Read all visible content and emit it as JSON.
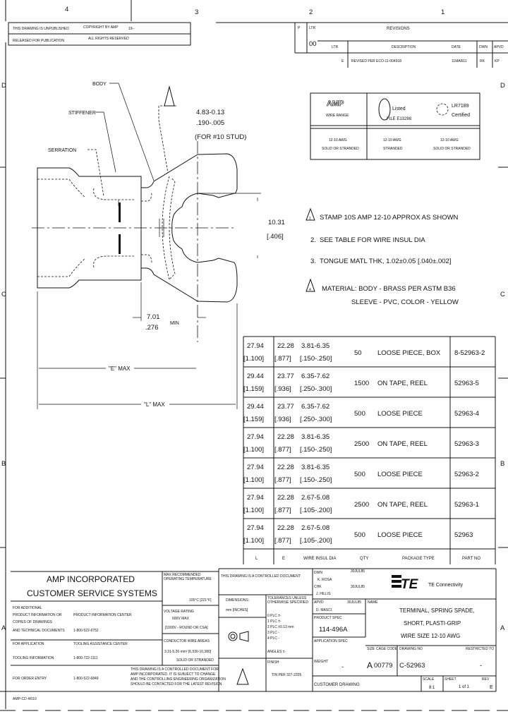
{
  "border": {
    "columns": [
      "4",
      "3",
      "2",
      "1"
    ],
    "rows": [
      "D",
      "C",
      "B",
      "A"
    ]
  },
  "top_left_box": {
    "line1": "THIS DRAWING IS UNPUBLISHED",
    "line1b": "COPYRIGHT BY AMP",
    "line1c": "19--",
    "line2": "RELEASED FOR PUBLICATION",
    "line2b": "ALL RIGHTS RESERVED"
  },
  "revisions": {
    "title": "REVISIONS",
    "zone_label": "P",
    "ltr_label": "LTR",
    "dist": "00",
    "headers": [
      "LTR",
      "DESCRIPTION",
      "DATE",
      "DWN",
      "APVD"
    ],
    "rows": [
      {
        "ltr": "E",
        "description": "REVISED PER ECO-11-004918",
        "date": "11MAR11",
        "dwn": "RK",
        "apvd": "KP"
      }
    ]
  },
  "approvals": {
    "headers": [
      {
        "logo": "AMP",
        "label": "WIRE RANGE"
      },
      {
        "logo": "UL",
        "label": "Listed",
        "sub": "FILE E13288"
      },
      {
        "logo": "CSA",
        "label": "LR7189",
        "sub": "Certified"
      }
    ],
    "values": [
      {
        "line1": "12-10 AWG",
        "line2": "SOLID OR STRANDED"
      },
      {
        "line1": "12-10 AWG",
        "line2": "STRANDED"
      },
      {
        "line1": "12-10 AWG",
        "line2": "SOLID OR STRANDED"
      }
    ]
  },
  "drawing": {
    "labels": {
      "body": "BODY",
      "stiffener": "STIFFENER",
      "serration": "SERRATION"
    },
    "flag": "4",
    "stud_dim": {
      "line1": "4.83-0.13",
      "line2": ".190-.005",
      "line3": "(FOR #10 STUD)"
    },
    "width_dim": {
      "line1": "10.31",
      "line2": "[.406]"
    },
    "min_dim": {
      "line1": "7.01",
      "line2": ".276",
      "suffix": "MIN"
    },
    "e_dim": "\"E\" MAX",
    "l_dim": "\"L\" MAX"
  },
  "notes": [
    {
      "num": "1",
      "flag": true,
      "text": "STAMP 10S AMP 12-10 APPROX AS SHOWN"
    },
    {
      "num": "2.",
      "flag": false,
      "text": "SEE TABLE FOR WIRE INSUL DIA"
    },
    {
      "num": "3.",
      "flag": false,
      "text": "TONGUE MATL THK, 1.02±0.05 [.040±.002]"
    },
    {
      "num": "4",
      "flag": true,
      "text": "MATERIAL: BODY - BRASS PER ASTM B36",
      "text2": "SLEEVE - PVC, COLOR - YELLOW"
    }
  ],
  "parts_table": {
    "headers": [
      "L",
      "E",
      "WIRE INSUL DIA",
      "QTY",
      "PACKAGE TYPE",
      "PART NO"
    ],
    "rows": [
      {
        "l": "27.94",
        "l_in": "[1.100]",
        "e": "22.28",
        "e_in": "[.877]",
        "dia": "3.81-6.35",
        "dia_in": "[.150-.250]",
        "qty": "50",
        "pkg": "LOOSE PIECE, BOX",
        "part": "8-52963-2"
      },
      {
        "l": "29.44",
        "l_in": "[1.159]",
        "e": "23.77",
        "e_in": "[.936]",
        "dia": "6.35-7.62",
        "dia_in": "[.250-.300]",
        "qty": "1500",
        "pkg": "ON TAPE, REEL",
        "part": "52963-5"
      },
      {
        "l": "29.44",
        "l_in": "[1.159]",
        "e": "23.77",
        "e_in": "[.936]",
        "dia": "6.35-7.62",
        "dia_in": "[.250-.300]",
        "qty": "500",
        "pkg": "LOOSE PIECE",
        "part": "52963-4"
      },
      {
        "l": "27.94",
        "l_in": "[1.100]",
        "e": "22.28",
        "e_in": "[.877]",
        "dia": "3.81-6.35",
        "dia_in": "[.150-.250]",
        "qty": "2500",
        "pkg": "ON TAPE, REEL",
        "part": "52963-3"
      },
      {
        "l": "27.94",
        "l_in": "[1.100]",
        "e": "22.28",
        "e_in": "[.877]",
        "dia": "3.81-6.35",
        "dia_in": "[.150-.250]",
        "qty": "500",
        "pkg": "LOOSE PIECE",
        "part": "52963-2"
      },
      {
        "l": "27.94",
        "l_in": "[1.100]",
        "e": "22.28",
        "e_in": "[.877]",
        "dia": "2.67-5.08",
        "dia_in": "[.105-.200]",
        "qty": "2500",
        "pkg": "ON TAPE, REEL",
        "part": "52963-1"
      },
      {
        "l": "27.94",
        "l_in": "[1.100]",
        "e": "22.28",
        "e_in": "[.877]",
        "dia": "2.67-5.08",
        "dia_in": "[.105-.200]",
        "qty": "500",
        "pkg": "LOOSE PIECE",
        "part": "52963"
      }
    ]
  },
  "title_block": {
    "company": "AMP INCORPORATED",
    "dept": "CUSTOMER SERVICE SYSTEMS",
    "info_lines": [
      "FOR ADDITIONAL",
      "PRODUCT INFORMATION OR",
      "COPIES OF DRAWINGS",
      "AND TECHNICAL DOCUMENTS"
    ],
    "info_center": "PRODUCT INFORMATION CENTER",
    "info_phone": "1-800-522-6752",
    "app_label": "FOR APPLICATION",
    "tooling_label": "TOOLING INFORMATION",
    "app_center": "TOOLING ASSISTANCE CENTER",
    "tooling_phone": "1-800-722-1111",
    "order_label": "FOR ORDER ENTRY",
    "order_phone": "1-800-522-6849",
    "disclaimer": [
      "THIS DRAWING IS A CONTROLLED DOCUMENT FOR",
      "AMP INCORPORATED. IT IS SUBJECT TO CHANGE",
      "AND THE CONTROLLING ENGINEERING ORGANIZATION",
      "SHOULD BE CONTACTED FOR THE LATEST REVISION."
    ],
    "form_no": "AMP-CD 4/010",
    "temp_label": "MAX RECOMMENDED OPERATING TEMPERATURE",
    "temp_value": "105°C [221°F]",
    "voltage_label": "VOLTAGE RATING",
    "voltage_value": "600V MAX",
    "voltage_note": "[1000V - ROUND OR CSA]",
    "wire_label": "CONDUCTOR WIRE AREAS",
    "wire_value": "3.31-5.26 mm² [6,530-10,380]",
    "wire_note": "SOLID OR STRANDED",
    "controlled": "THIS DRAWING IS A CONTROLLED DOCUMENT",
    "dim_label": "DIMENSIONS:",
    "dim_value": "mm [INCHES]",
    "tol_label": "TOLERANCES UNLESS OTHERWISE SPECIFIED",
    "tolerances": [
      "0 PLC  ±-",
      "1 PLC  ±-",
      "2 PLC  ±0.13 mm",
      "3 PLC  -",
      "4 PLC  -",
      "ANGLES  ±-"
    ],
    "finish_label": "FINISH",
    "finish_value": "TIN PER 327-2205",
    "dwn_label": "DWN",
    "dwn_name": "K. ROSA",
    "dwn_date": "30JUL85",
    "chk_label": "CHK",
    "chk_name": "J. HILLIS",
    "chk_date": "30JUL85",
    "apvd_label": "APVD",
    "apvd_name": "D. MASCI",
    "apvd_date": "30JUL85",
    "product_spec_label": "PRODUCT SPEC",
    "product_spec": "114-496A",
    "app_spec_label": "APPLICATION SPEC",
    "weight_label": "WEIGHT",
    "weight_value": "-",
    "brand": "TE Connectivity",
    "name_label": "NAME",
    "title_lines": [
      "TERMINAL, SPRING SPADE,",
      "SHORT, PLASTI-GRIP",
      "WIRE SIZE 12-10 AWG"
    ],
    "size_label": "SIZE",
    "cage_label": "CAGE CODE",
    "dwg_label": "DRAWING NO",
    "rest_label": "RESTRICTED TO",
    "size": "A",
    "cage": "00779",
    "dwg_no": "C-52963",
    "restricted": "-",
    "customer_drawing": "CUSTOMER DRAWING",
    "scale_label": "SCALE",
    "scale": "8:1",
    "sheet_label": "SHEET",
    "sheet": "1 of 1",
    "rev_label": "REV",
    "rev": "E"
  }
}
